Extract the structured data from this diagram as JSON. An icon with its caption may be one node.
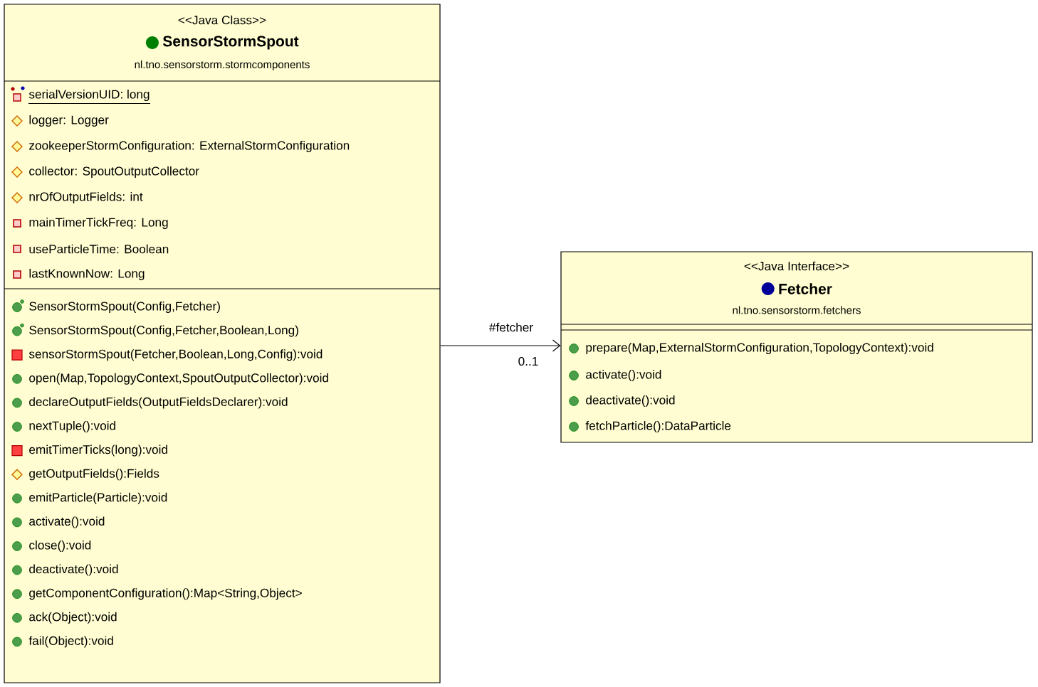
{
  "diagram": {
    "nodes": [
      {
        "text": [
          "<<Java Class>>",
          "SensorStormSpout",
          "nl.tno.sensorstorm.stormcomponents",
          "serialVersionUID: long",
          "logger: Logger",
          "zookeeperStormConfiguration: ExternalStormConfiguration",
          "collector: SpoutOutputCollector",
          "nrOfOutputFields: int",
          "mainTimerTickFreq: Long",
          "useParticleTime: Boolean",
          "lastKnownNow: Long",
          "SensorStormSpout(Config,Fetcher)",
          "SensorStormSpout(Config,Fetcher,Boolean,Long)",
          "sensorStormSpout(Fetcher,Boolean,Long,Config):void",
          "open(Map,TopologyContext,SpoutOutputCollector):void",
          "declareOutputFields(OutputFieldsDeclarer):void",
          "nextTuple():void",
          "emitTimerTicks(long):void",
          "getOutputFields():Fields",
          "emitParticle(Particle):void",
          "activate():void",
          "close():void",
          "deactivate():void",
          "getComponentConfiguration():Map<String,Object>",
          "ack(Object):void",
          "fail(Object):void"
        ]
      },
      {
        "text": [
          "<<Java Interface>>",
          "Fetcher",
          "nl.tno.sensorstorm.fetchers",
          "prepare(Map,ExternalStormConfiguration,TopologyContext):void",
          "activate():void",
          "deactivate():void",
          "fetchParticle():DataParticle"
        ]
      }
    ],
    "edges": [
      {
        "from": 0,
        "to": 1,
        "arrow": "to",
        "label": "#fetcher"
      }
    ],
    "labels": [
      "0..1"
    ]
  }
}
